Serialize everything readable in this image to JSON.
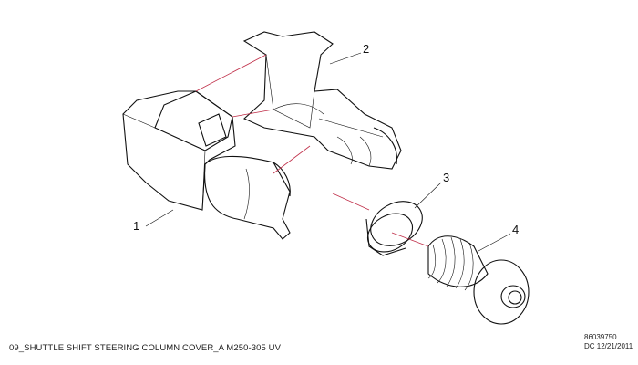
{
  "diagram": {
    "callouts": [
      "1",
      "2",
      "3",
      "4"
    ],
    "caption": "09_SHUTTLE SHIFT STEERING COLUMN COVER_A M250-305 UV",
    "part_number": "86039750",
    "date_code": "DC 12/21/2011",
    "colors": {
      "lines": "#111111",
      "alignment_lines": "#c0304a"
    }
  }
}
